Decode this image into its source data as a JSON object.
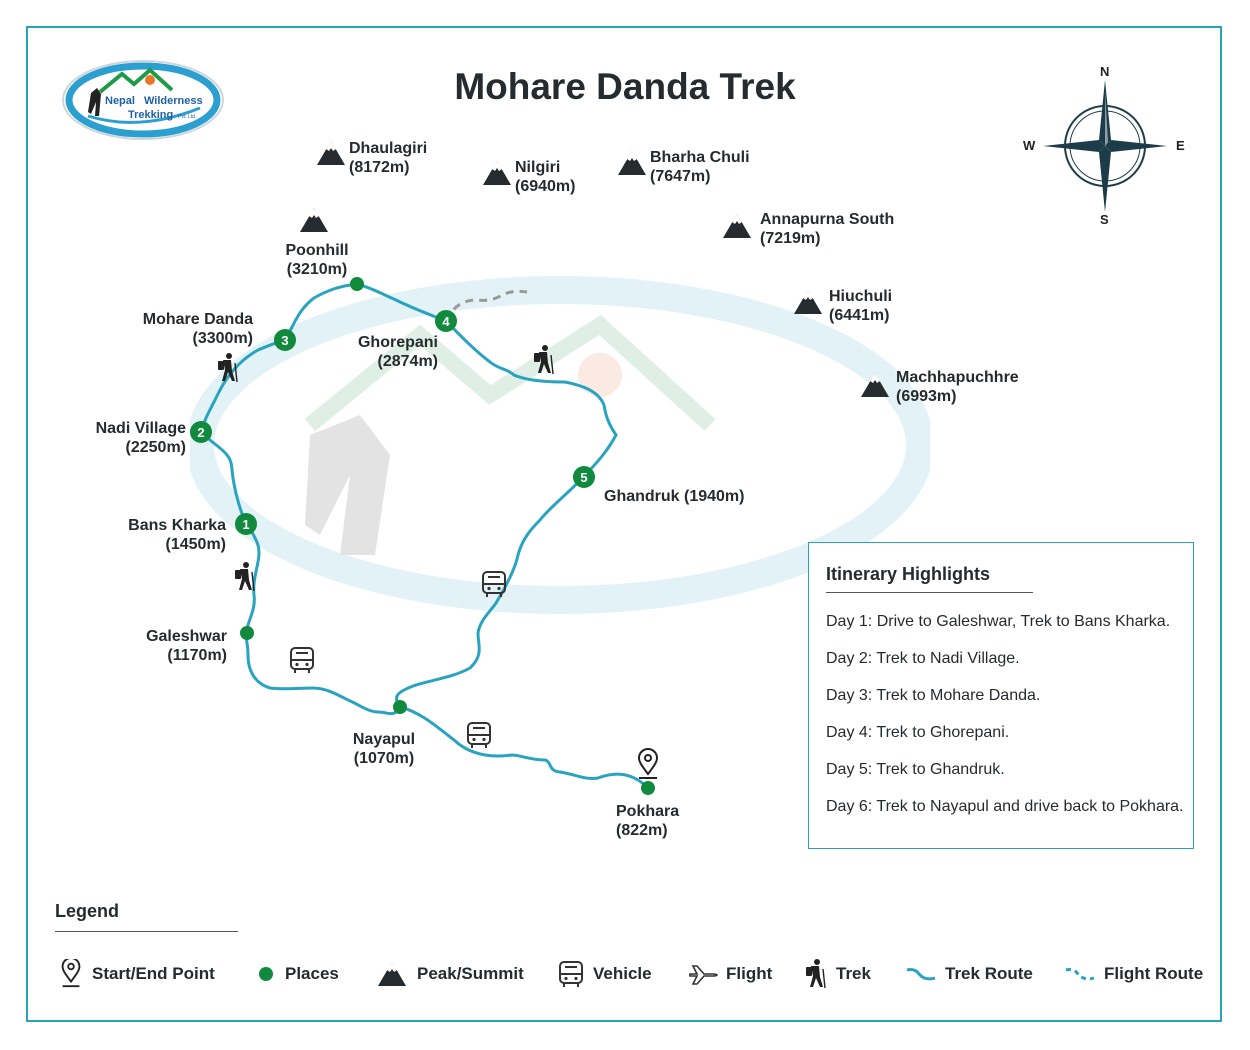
{
  "title": "Mohare Danda Trek",
  "logo": {
    "line1": "Nepal",
    "line2": "Wilderness",
    "line3": "Trekking",
    "line4": "Pvt. Ltd."
  },
  "compass": {
    "n": "N",
    "e": "E",
    "s": "S",
    "w": "W"
  },
  "peaks": [
    {
      "name": "Dhaulagiri",
      "elev": "(8172m)"
    },
    {
      "name": "Nilgiri",
      "elev": "(6940m)"
    },
    {
      "name": "Bharha Chuli",
      "elev": "(7647m)"
    },
    {
      "name": "Annapurna South",
      "elev": "(7219m)"
    },
    {
      "name": "Hiuchuli",
      "elev": "(6441m)"
    },
    {
      "name": "Machhapuchhre",
      "elev": "(6993m)"
    },
    {
      "name": "Poonhill",
      "elev": "(3210m)"
    }
  ],
  "places": [
    {
      "name": "Mohare Danda",
      "elev": "(3300m)",
      "day": "3"
    },
    {
      "name": "Ghorepani",
      "elev": "(2874m)",
      "day": "4"
    },
    {
      "name": "Nadi Village",
      "elev": "(2250m)",
      "day": "2"
    },
    {
      "name": "Bans Kharka",
      "elev": "(1450m)",
      "day": "1"
    },
    {
      "name": "Ghandruk (1940m)",
      "day": "5"
    },
    {
      "name": "Galeshwar",
      "elev": "(1170m)"
    },
    {
      "name": "Nayapul",
      "elev": "(1070m)"
    },
    {
      "name": "Pokhara",
      "elev": "(822m)"
    }
  ],
  "itinerary": {
    "title": "Itinerary Highlights",
    "days": [
      "Day 1: Drive to Galeshwar, Trek to Bans Kharka.",
      "Day 2: Trek to Nadi Village.",
      "Day 3: Trek to Mohare Danda.",
      "Day 4: Trek to Ghorepani.",
      "Day 5: Trek to Ghandruk.",
      "Day 6: Trek to Nayapul and drive back to Pokhara."
    ]
  },
  "legend": {
    "title": "Legend",
    "items": [
      {
        "label": "Start/End Point",
        "icon": "location-pin-icon"
      },
      {
        "label": "Places",
        "icon": "place-dot-icon"
      },
      {
        "label": "Peak/Summit",
        "icon": "mountain-icon"
      },
      {
        "label": "Vehicle",
        "icon": "bus-icon"
      },
      {
        "label": "Flight",
        "icon": "plane-icon"
      },
      {
        "label": "Trek",
        "icon": "hiker-icon"
      },
      {
        "label": "Trek Route",
        "icon": "trek-route-icon"
      },
      {
        "label": "Flight Route",
        "icon": "flight-route-icon"
      }
    ]
  },
  "colors": {
    "route": "#2aa3c0",
    "place": "#118a3e",
    "frame": "#2aa3b8",
    "text": "#262b2f",
    "sideTrail": "#9a9a9a"
  }
}
